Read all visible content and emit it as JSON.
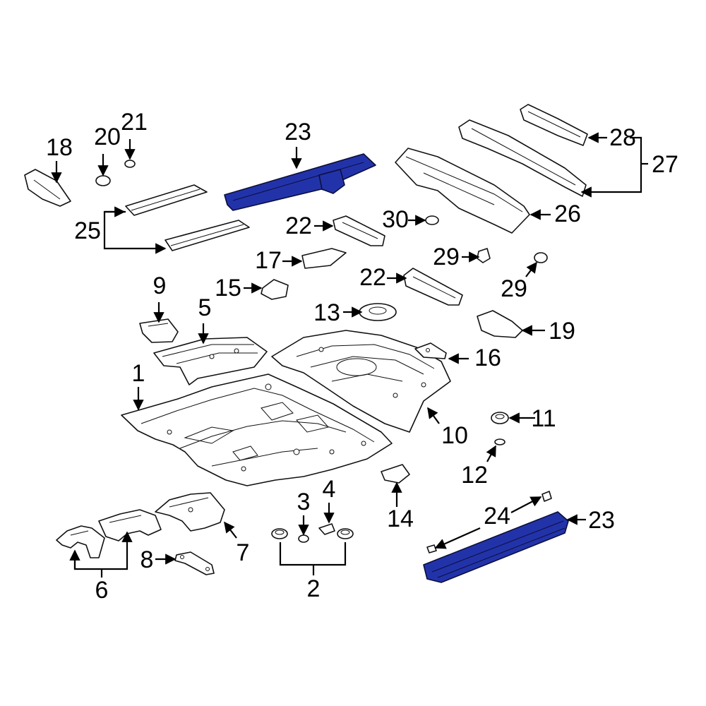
{
  "callouts": {
    "c1": "1",
    "c2": "2",
    "c3": "3",
    "c4": "4",
    "c5": "5",
    "c6": "6",
    "c7": "7",
    "c8": "8",
    "c9": "9",
    "c10": "10",
    "c11": "11",
    "c12": "12",
    "c13": "13",
    "c14": "14",
    "c15": "15",
    "c16": "16",
    "c17": "17",
    "c18": "18",
    "c19": "19",
    "c20": "20",
    "c21": "21",
    "c22a": "22",
    "c22b": "22",
    "c23a": "23",
    "c23b": "23",
    "c24": "24",
    "c25": "25",
    "c26": "26",
    "c27": "27",
    "c28": "28",
    "c29a": "29",
    "c29b": "29",
    "c30": "30"
  },
  "colors": {
    "highlight": "#2233aa",
    "line": "#111111",
    "background": "#ffffff"
  }
}
